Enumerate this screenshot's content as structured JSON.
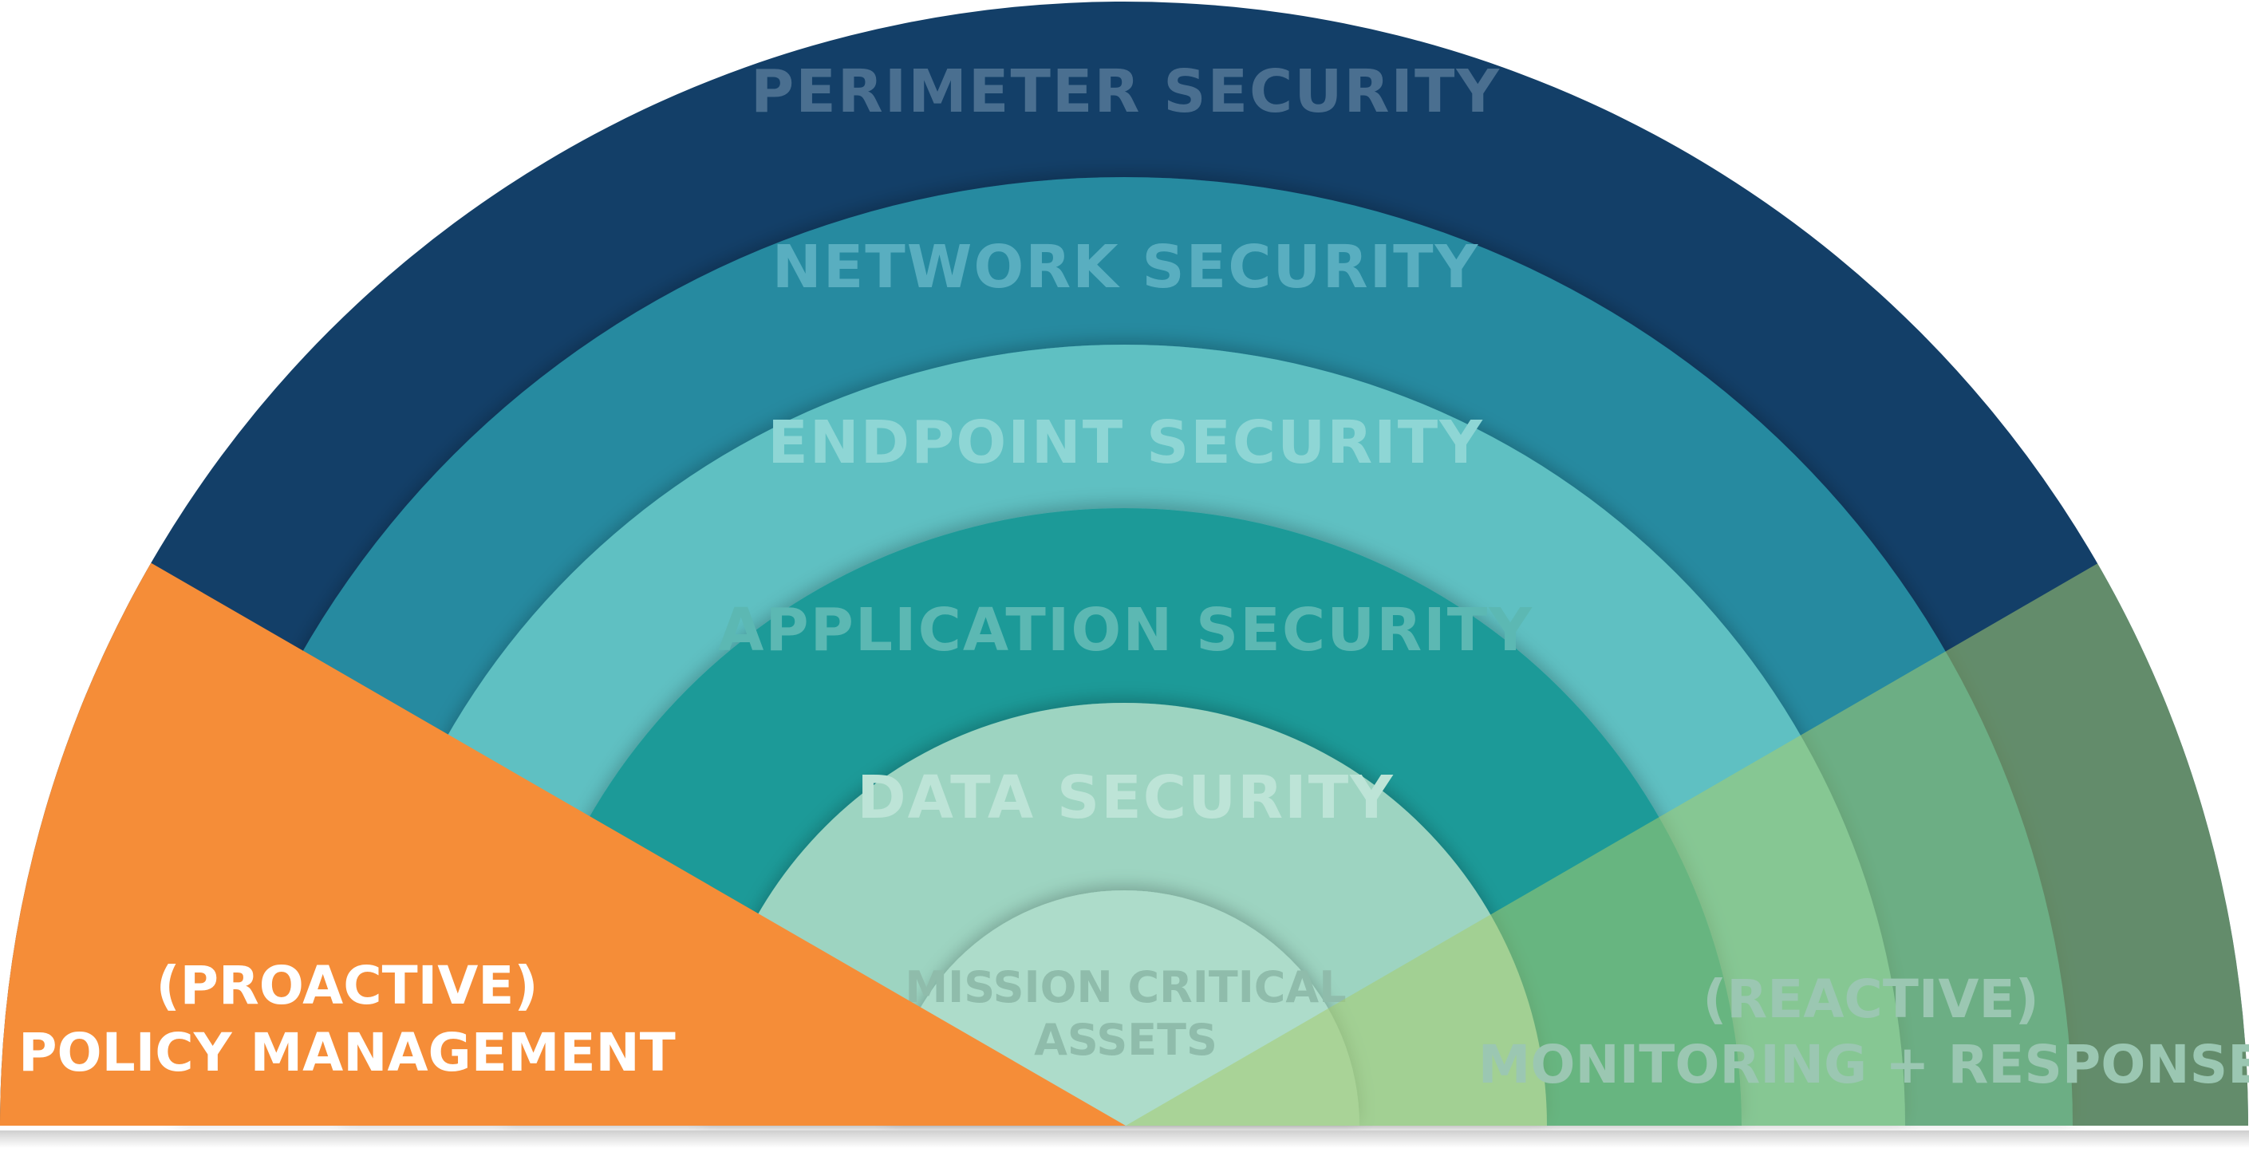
{
  "layers": [
    {
      "name": "perimeter",
      "label": "PERIMETER SECURITY",
      "color": "#133f68",
      "text_color": "#4a6f90"
    },
    {
      "name": "network",
      "label": "NETWORK SECURITY",
      "color": "#258aa0",
      "text_color": "#59aec0"
    },
    {
      "name": "endpoint",
      "label": "ENDPOINT SECURITY",
      "color": "#5fc0c2",
      "text_color": "#8ed6d5"
    },
    {
      "name": "application",
      "label": "APPLICATION SECURITY",
      "color": "#1f9a98",
      "text_color": "#5cb8b3"
    },
    {
      "name": "data",
      "label": "DATA SECURITY",
      "color": "#9dd4c1",
      "text_color": "#bde4d7"
    }
  ],
  "core": {
    "line1": "MISSION CRITICAL",
    "line2": "ASSETS",
    "color": "#addcca",
    "text_color": "#8fbcab"
  },
  "proactive": {
    "line1": "(PROACTIVE)",
    "line2": "POLICY MANAGEMENT",
    "color": "#f58d38",
    "text_color": "#ffffff"
  },
  "reactive": {
    "line1": "(REACTIVE)",
    "line2": "MONITORING + RESPONSE",
    "overlay_color": "#a6cc6e",
    "text_color": "#9bc7b2"
  }
}
